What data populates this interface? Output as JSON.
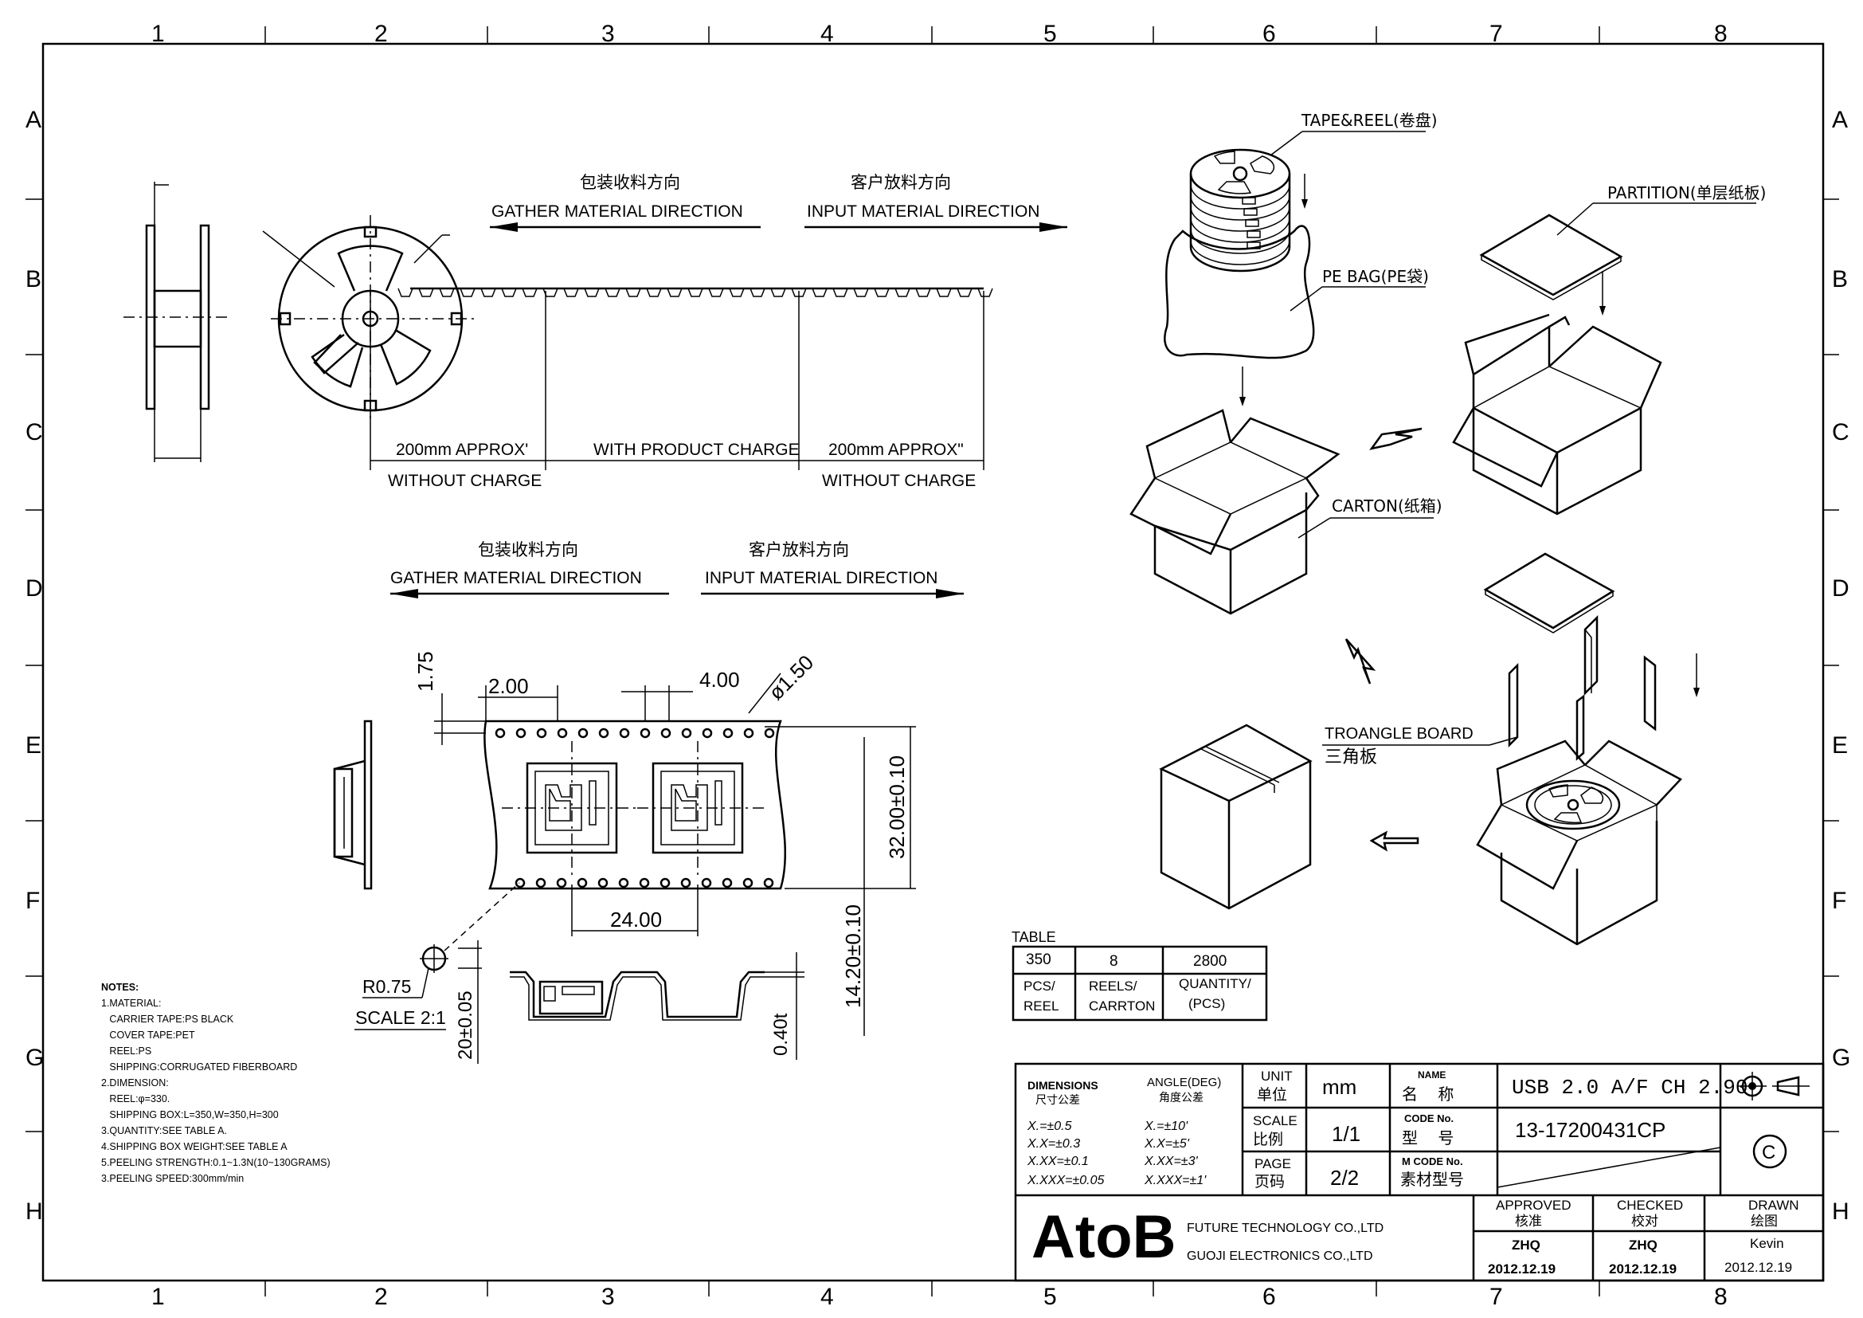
{
  "border": {
    "columns": [
      "1",
      "2",
      "3",
      "4",
      "5",
      "6",
      "7",
      "8"
    ],
    "rows": [
      "A",
      "B",
      "C",
      "D",
      "E",
      "F",
      "G",
      "H"
    ]
  },
  "reel_section": {
    "gather_cn": "包装收料方向",
    "gather_en": "GATHER  MATERIAL  DIRECTION",
    "input_cn": "客户放料方向",
    "input_en": "INPUT  MATERIAL  DIRECTION",
    "leader_left": "200mm  APPROX'",
    "leader_left_sub": "WITHOUT  CHARGE",
    "middle": "WITH  PRODUCT  CHARGE",
    "leader_right": "200mm  APPROX\"",
    "leader_right_sub": "WITHOUT  CHARGE"
  },
  "tape_section": {
    "gather_cn": "包装收料方向",
    "gather_en": "GATHER  MATERIAL  DIRECTION",
    "input_cn": "客户放料方向",
    "input_en": "INPUT  MATERIAL  DIRECTION",
    "dims": {
      "d_175": "1.75",
      "d_200": "2.00",
      "d_400": "4.00",
      "d_150": "ø1.50",
      "d_32": "32.00±0.10",
      "d_24": "24.00",
      "d_1420": "14.20±0.10",
      "d_r075": "R0.75",
      "d_scale": "SCALE  2:1",
      "d_20": "20±0.05",
      "d_040": "0.40t"
    }
  },
  "packing": {
    "tape_reel": "TAPE&REEL(卷盘)",
    "partition": "PARTITION(单层纸板)",
    "pe_bag": "PE  BAG(PE袋)",
    "carton": "CARTON(纸箱)",
    "triangle_en": "TROANGLE  BOARD",
    "triangle_cn": "三角板"
  },
  "table": {
    "caption": "TABLE",
    "values": [
      "350",
      "8",
      "2800"
    ],
    "labels": [
      "PCS/\nREEL",
      "REELS/\nCARRTON",
      "QUANTITY/\n(PCS)"
    ],
    "labels_l1": [
      "PCS/",
      "REELS/",
      "QUANTITY/"
    ],
    "labels_l2": [
      "REEL",
      "CARRTON",
      "(PCS)"
    ]
  },
  "notes": {
    "title": "NOTES:",
    "lines": [
      "1.MATERIAL:",
      "   CARRIER TAPE:PS BLACK",
      "   COVER TAPE:PET",
      "   REEL:PS",
      "   SHIPPING:CORRUGATED FIBERBOARD",
      "2.DIMENSION:",
      "   REEL:φ=330.",
      "   SHIPPING BOX:L=350,W=350,H=300",
      "3.QUANTITY:SEE TABLE A.",
      "4.SHIPPING BOX WEIGHT:SEE TABLE A",
      "5.PEELING STRENGTH:0.1~1.3N(10~130GRAMS)",
      "3.PEELING SPEED:300mm/min"
    ]
  },
  "title_block": {
    "dimensions_en": "DIMENSIONS",
    "dimensions_cn": "尺寸公差",
    "angle_en": "ANGLE(DEG)",
    "angle_cn": "角度公差",
    "tol_dim": [
      "X.=±0.5",
      "X.X=±0.3",
      "X.XX=±0.1",
      "X.XXX=±0.05"
    ],
    "tol_ang": [
      "X.=±10'",
      "X.X=±5'",
      "X.XX=±3'",
      "X.XXX=±1'"
    ],
    "unit_en": "UNIT",
    "unit_cn": "单位",
    "unit_val": "mm",
    "scale_en": "SCALE",
    "scale_cn": "比例",
    "scale_val": "1/1",
    "page_en": "PAGE",
    "page_cn": "页码",
    "page_val": "2/2",
    "name_en": "NAME",
    "name_cn": "名    称",
    "name_val": "USB 2.0 A/F CH 2.90",
    "code_en": "CODE No.",
    "code_cn": "型    号",
    "code_val": "13-17200431CP",
    "mcode_en": "M CODE No.",
    "mcode_cn": "素材型号",
    "copyright": "C",
    "logo": "AtoB",
    "company1": "FUTURE  TECHNOLOGY  CO.,LTD",
    "company2": "GUOJI  ELECTRONICS  CO.,LTD",
    "approved_en": "APPROVED",
    "approved_cn": "核准",
    "checked_en": "CHECKED",
    "checked_cn": "校对",
    "drawn_en": "DRAWN",
    "drawn_cn": "绘图",
    "approved_by": "ZHQ",
    "checked_by": "ZHQ",
    "drawn_by": "Kevin",
    "approved_date": "2012.12.19",
    "checked_date": "2012.12.19",
    "drawn_date": "2012.12.19"
  }
}
